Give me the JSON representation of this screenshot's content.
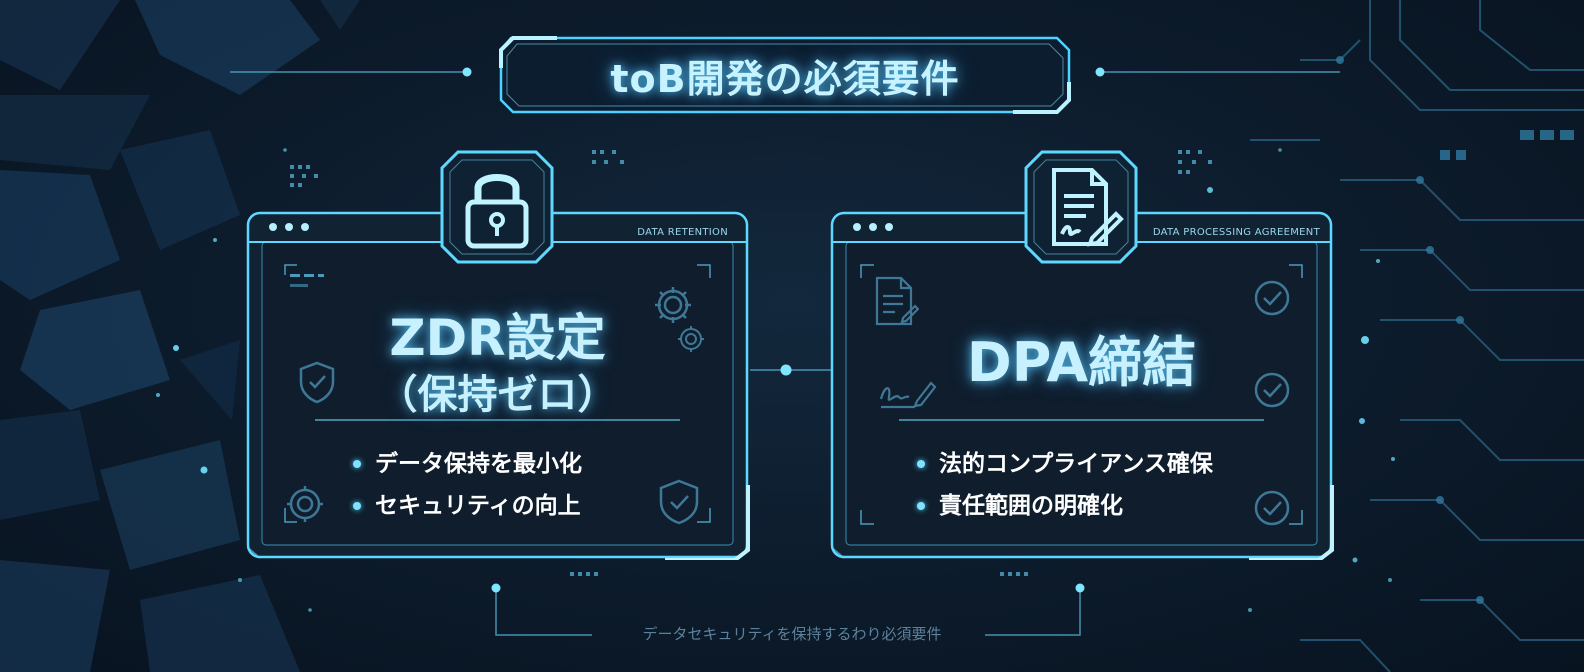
{
  "title": "toB開発の必須要件",
  "cards": [
    {
      "tag": "DATA RETENTION",
      "heading": "ZDR設定",
      "subheading": "（保持ゼロ）",
      "icon": "padlock-icon",
      "bullets": [
        "データ保持を最小化",
        "セキュリティの向上"
      ]
    },
    {
      "tag": "DATA PROCESSING AGREEMENT",
      "heading": "DPA締結",
      "icon": "signed-document-icon",
      "bullets": [
        "法的コンプライアンス確保",
        "責任範囲の明確化"
      ]
    }
  ],
  "footer": "データセキュリティを保持するわり必須要件",
  "colors": {
    "background": "#0c1b2b",
    "accent": "#6fe0ff",
    "heading": "#c7f1ff",
    "bullet_text": "#ffffff",
    "footer_text": "#5d819c"
  }
}
